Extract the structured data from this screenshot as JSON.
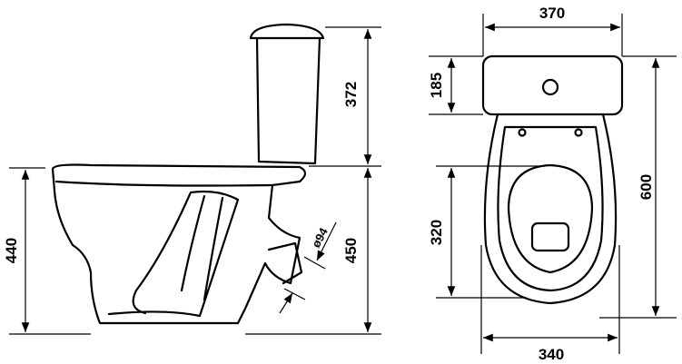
{
  "diagram": {
    "side_view": {
      "bowl_height": "440",
      "tank_height": "372",
      "rim_height": "450",
      "outlet_diameter": "ø94"
    },
    "top_view": {
      "tank_width": "370",
      "tank_depth": "185",
      "total_length": "600",
      "seat_opening": "320",
      "bowl_width": "340"
    }
  }
}
